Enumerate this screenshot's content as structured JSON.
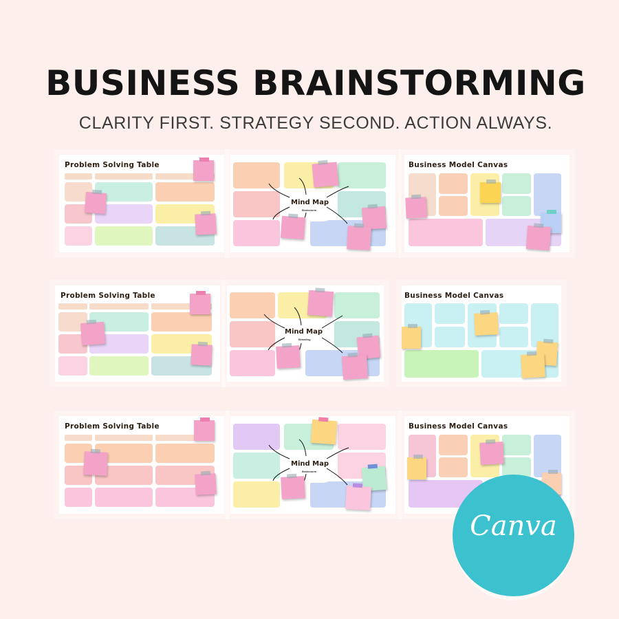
{
  "header": {
    "title": "BUSINESS BRAINSTORMING",
    "subtitle": "CLARITY FIRST. STRATEGY SECOND. ACTION ALWAYS."
  },
  "slides": {
    "problem_title": "Problem Solving Table",
    "mindmap_title": "Mind Map",
    "mindmap_sub_1": "Brainstorm",
    "mindmap_sub_2": "Branding",
    "bmc_title": "Business Model Canvas"
  },
  "badge": {
    "logo_text": "Canva"
  },
  "colors": {
    "background": "#fcefec",
    "canva": "#3cc2cf"
  }
}
